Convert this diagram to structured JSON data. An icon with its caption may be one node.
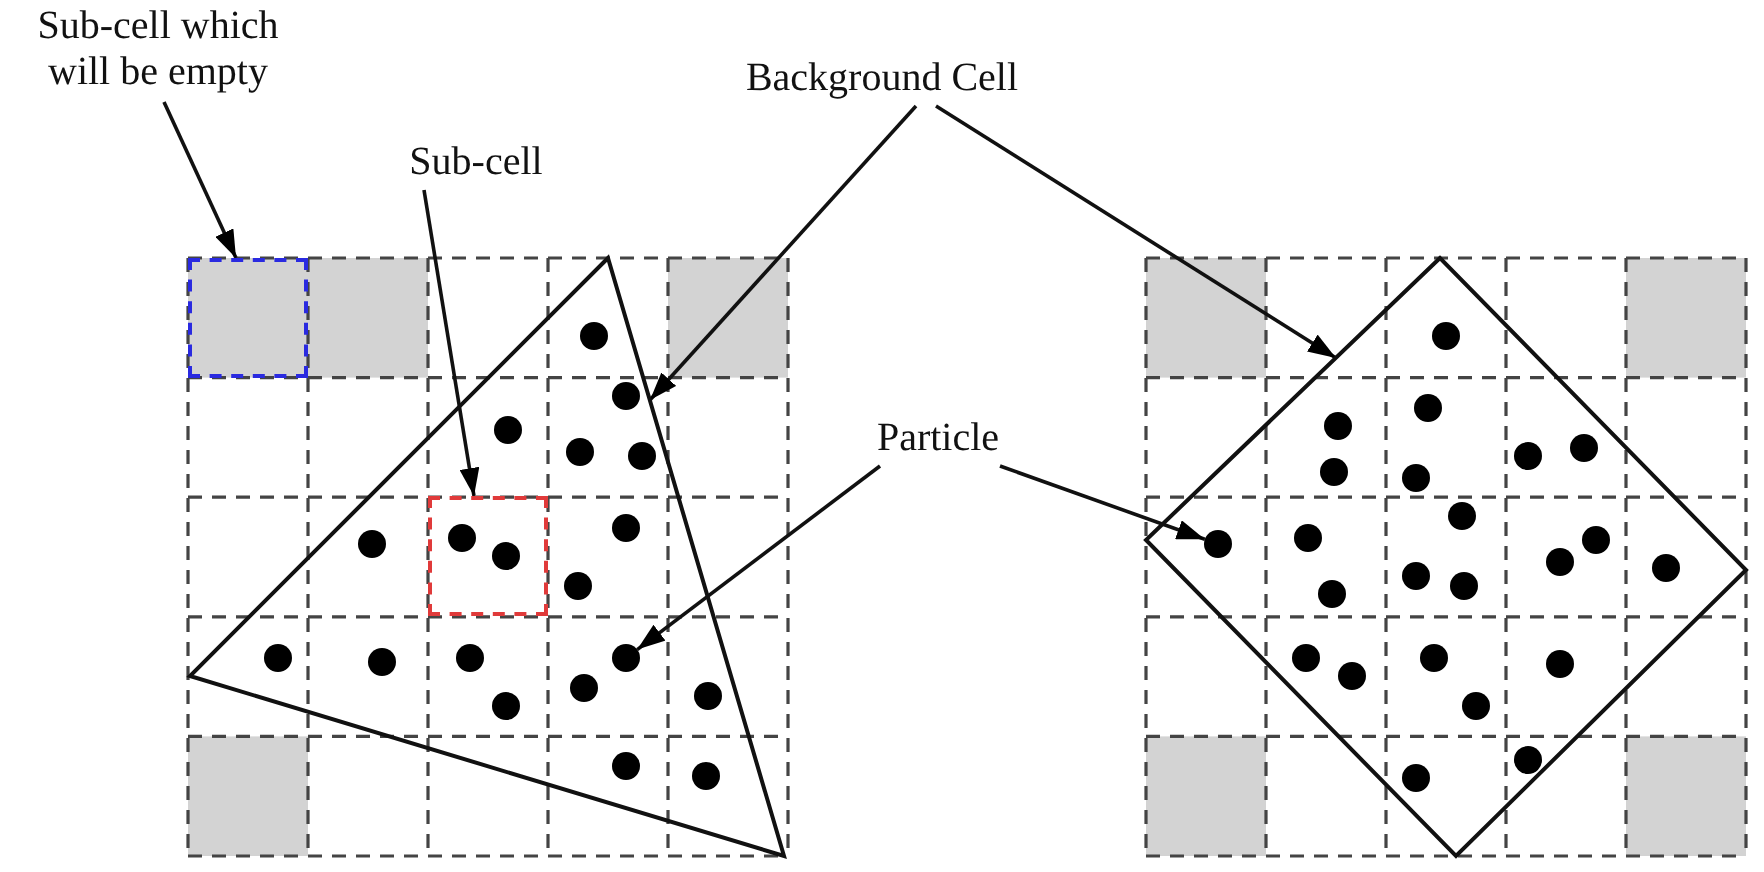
{
  "diagram": {
    "nodes": [
      {
        "text": [
          "Sub-cell which will be empty"
        ]
      },
      {
        "text": [
          "Background Cell"
        ]
      },
      {
        "text": [
          "Sub-cell"
        ]
      },
      {
        "text": [
          "Particle"
        ]
      },
      {
        "text": [],
        "shape": "box"
      },
      {
        "text": [],
        "shape": "box",
        "in": 6
      },
      {
        "text": [],
        "shape": "triangle"
      },
      {
        "text": [],
        "shape": "diamond"
      },
      {
        "text": [],
        "shape": "circle",
        "in": 6
      },
      {
        "text": [],
        "shape": "circle",
        "in": 7
      }
    ],
    "edges": [
      {
        "from": 0,
        "to": 4,
        "arrow": "to"
      },
      {
        "from": 2,
        "to": 5,
        "arrow": "to"
      },
      {
        "from": 1,
        "to": 6,
        "arrow": "to"
      },
      {
        "from": 1,
        "to": 7,
        "arrow": "to"
      },
      {
        "from": 3,
        "to": 8,
        "arrow": "to"
      },
      {
        "from": 3,
        "to": 9,
        "arrow": "to"
      }
    ]
  }
}
